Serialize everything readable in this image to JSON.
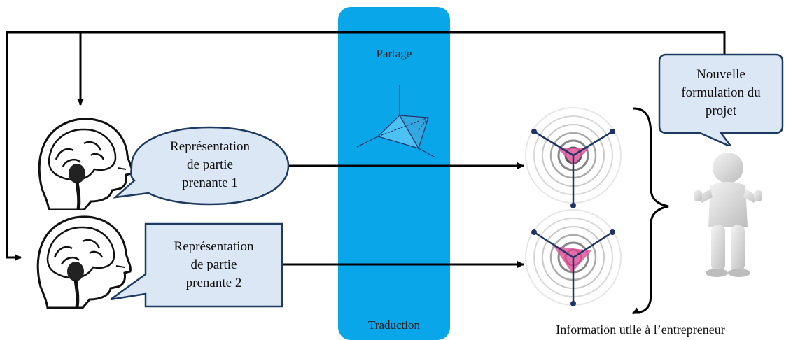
{
  "colors": {
    "band": "#0aa6ea",
    "bubble_fill": "#dbe7f4",
    "bubble_stroke": "#1f3a60",
    "target_highlight": "#e0559a",
    "axis": "#1e3366",
    "line": "#000000"
  },
  "band": {
    "top_label": "Partage",
    "bottom_label": "Traduction"
  },
  "bubbles": {
    "stakeholder1": {
      "line1": "Représentation",
      "line2": "de partie",
      "line3": "prenante 1"
    },
    "stakeholder2": {
      "line1": "Représentation",
      "line2": "de partie",
      "line3": "prenante 2"
    },
    "new_formulation": {
      "line1": "Nouvelle",
      "line2": "formulation du",
      "line3": "projet"
    }
  },
  "caption": "Information utile à l’entrepreneur",
  "icons": [
    "brain-head-icon",
    "tetrahedron-icon",
    "target-radar-icon",
    "thumbs-up-person-icon"
  ]
}
